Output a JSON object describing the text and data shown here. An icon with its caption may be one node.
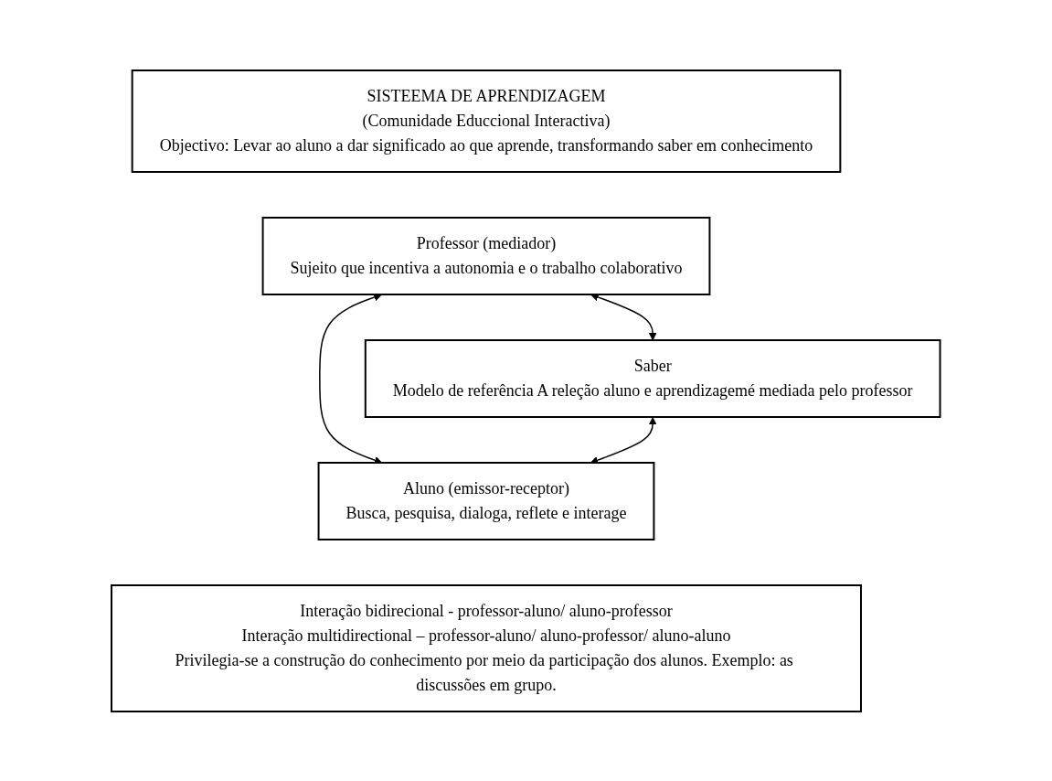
{
  "diagram": {
    "nodes": [
      {
        "text": [
          "SISTEEMA DE APRENDIZAGEM",
          "(Comunidade Educcional Interactiva)",
          "Objectivo: Levar ao aluno a dar significado ao que aprende, transformando saber em conhecimento"
        ]
      },
      {
        "text": [
          "Professor (mediador)",
          "Sujeito que incentiva a autonomia e o trabalho colaborativo"
        ]
      },
      {
        "text": [
          "Saber",
          "Modelo de referência A releção aluno e aprendizagemé mediada pelo professor"
        ]
      },
      {
        "text": [
          "Aluno (emissor-receptor)",
          "Busca, pesquisa, dialoga, reflete e interage"
        ]
      },
      {
        "text": [
          "Interação bidirecional - professor-aluno/ aluno-professor",
          "Interação multidirectional – professor-aluno/ aluno-professor/ aluno-aluno",
          "Privilegia-se a construção do conhecimento por meio da participação dos alunos. Exemplo: as discussões em grupo."
        ]
      }
    ],
    "edges": [
      {
        "from": 1,
        "to": 2,
        "arrow": "both"
      },
      {
        "from": 1,
        "to": 3,
        "arrow": "both"
      },
      {
        "from": 2,
        "to": 3,
        "arrow": "both"
      }
    ]
  }
}
